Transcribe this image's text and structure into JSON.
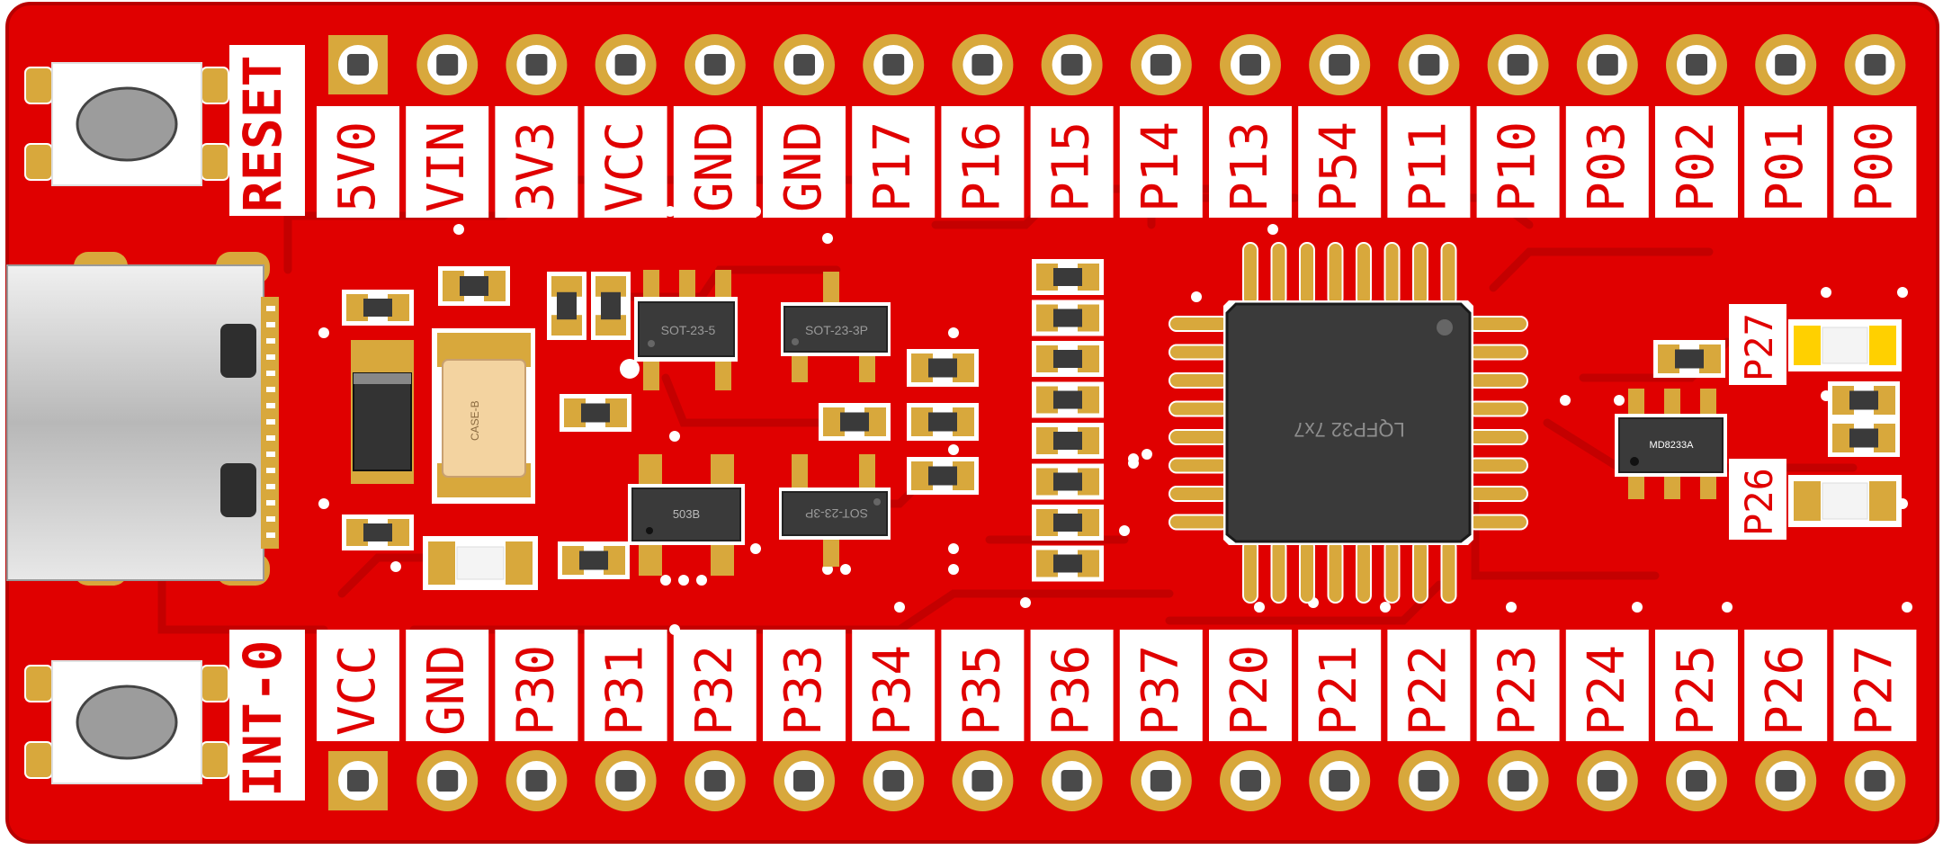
{
  "board": {
    "top_pins": [
      "5V0",
      "VIN",
      "3V3",
      "VCC",
      "GND",
      "GND",
      "P17",
      "P16",
      "P15",
      "P14",
      "P13",
      "P54",
      "P11",
      "P10",
      "P03",
      "P02",
      "P01",
      "P00"
    ],
    "bottom_pins": [
      "VCC",
      "GND",
      "P30",
      "P31",
      "P32",
      "P33",
      "P34",
      "P35",
      "P36",
      "P37",
      "P20",
      "P21",
      "P22",
      "P23",
      "P24",
      "P25",
      "P26",
      "P27"
    ],
    "buttons": {
      "top": "RESET",
      "bottom": "INT-0"
    },
    "side_labels": [
      "P27",
      "P26"
    ],
    "chips": {
      "mcu": "LQFP32 7x7",
      "sot23_5": "SOT-23-5",
      "sot23_3p_a": "SOT-23-3P",
      "sot23_3p_b": "SOT-23-3P",
      "u503b": "503B",
      "md8233a": "MD8233A",
      "capacitor": "CASE-B"
    },
    "colors": {
      "pcb": "#e00000",
      "trace": "#c80000",
      "pad": "#d8a83c",
      "silk": "#ffffff",
      "chip": "#3a3a3a"
    }
  }
}
